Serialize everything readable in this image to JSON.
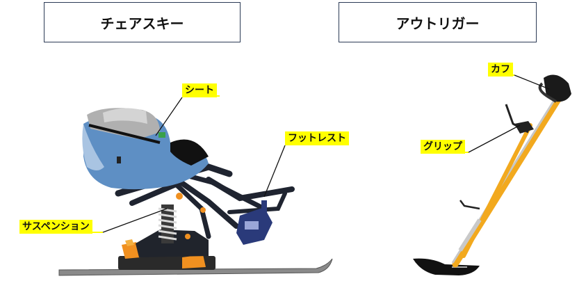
{
  "titles": {
    "chair_ski": "チェアスキー",
    "outrigger": "アウトリガー"
  },
  "labels": {
    "seat": "シート",
    "footrest": "フットレスト",
    "suspension": "サスペンション",
    "cuff": "カフ",
    "grip": "グリップ"
  },
  "colors": {
    "label_bg": "#ffff00",
    "seat_blue": "#5e8fc4",
    "frame_dark": "#1f2430",
    "outrigger_yellow": "#f2a91e",
    "accent_orange": "#f09020"
  }
}
